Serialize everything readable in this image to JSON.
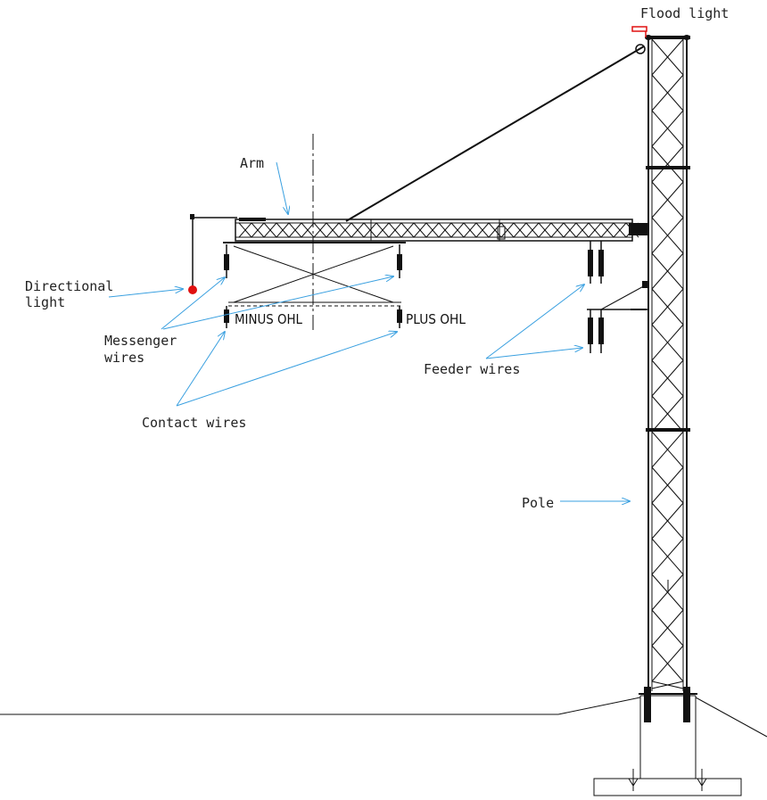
{
  "labels": {
    "flood_light": "Flood light",
    "arm": "Arm",
    "directional_light_line1": "Directional",
    "directional_light_line2": "light",
    "messenger_wires_line1": "Messenger",
    "messenger_wires_line2": "wires",
    "contact_wires": "Contact wires",
    "feeder_wires": "Feeder wires",
    "pole": "Pole",
    "minus_ohl": "MINUS OHL",
    "plus_ohl": "PLUS OHL"
  },
  "colors": {
    "annotation": "#3aa0e0",
    "directional_light": "#e01010",
    "flood_light": "#e01010",
    "structure": "#111111"
  }
}
